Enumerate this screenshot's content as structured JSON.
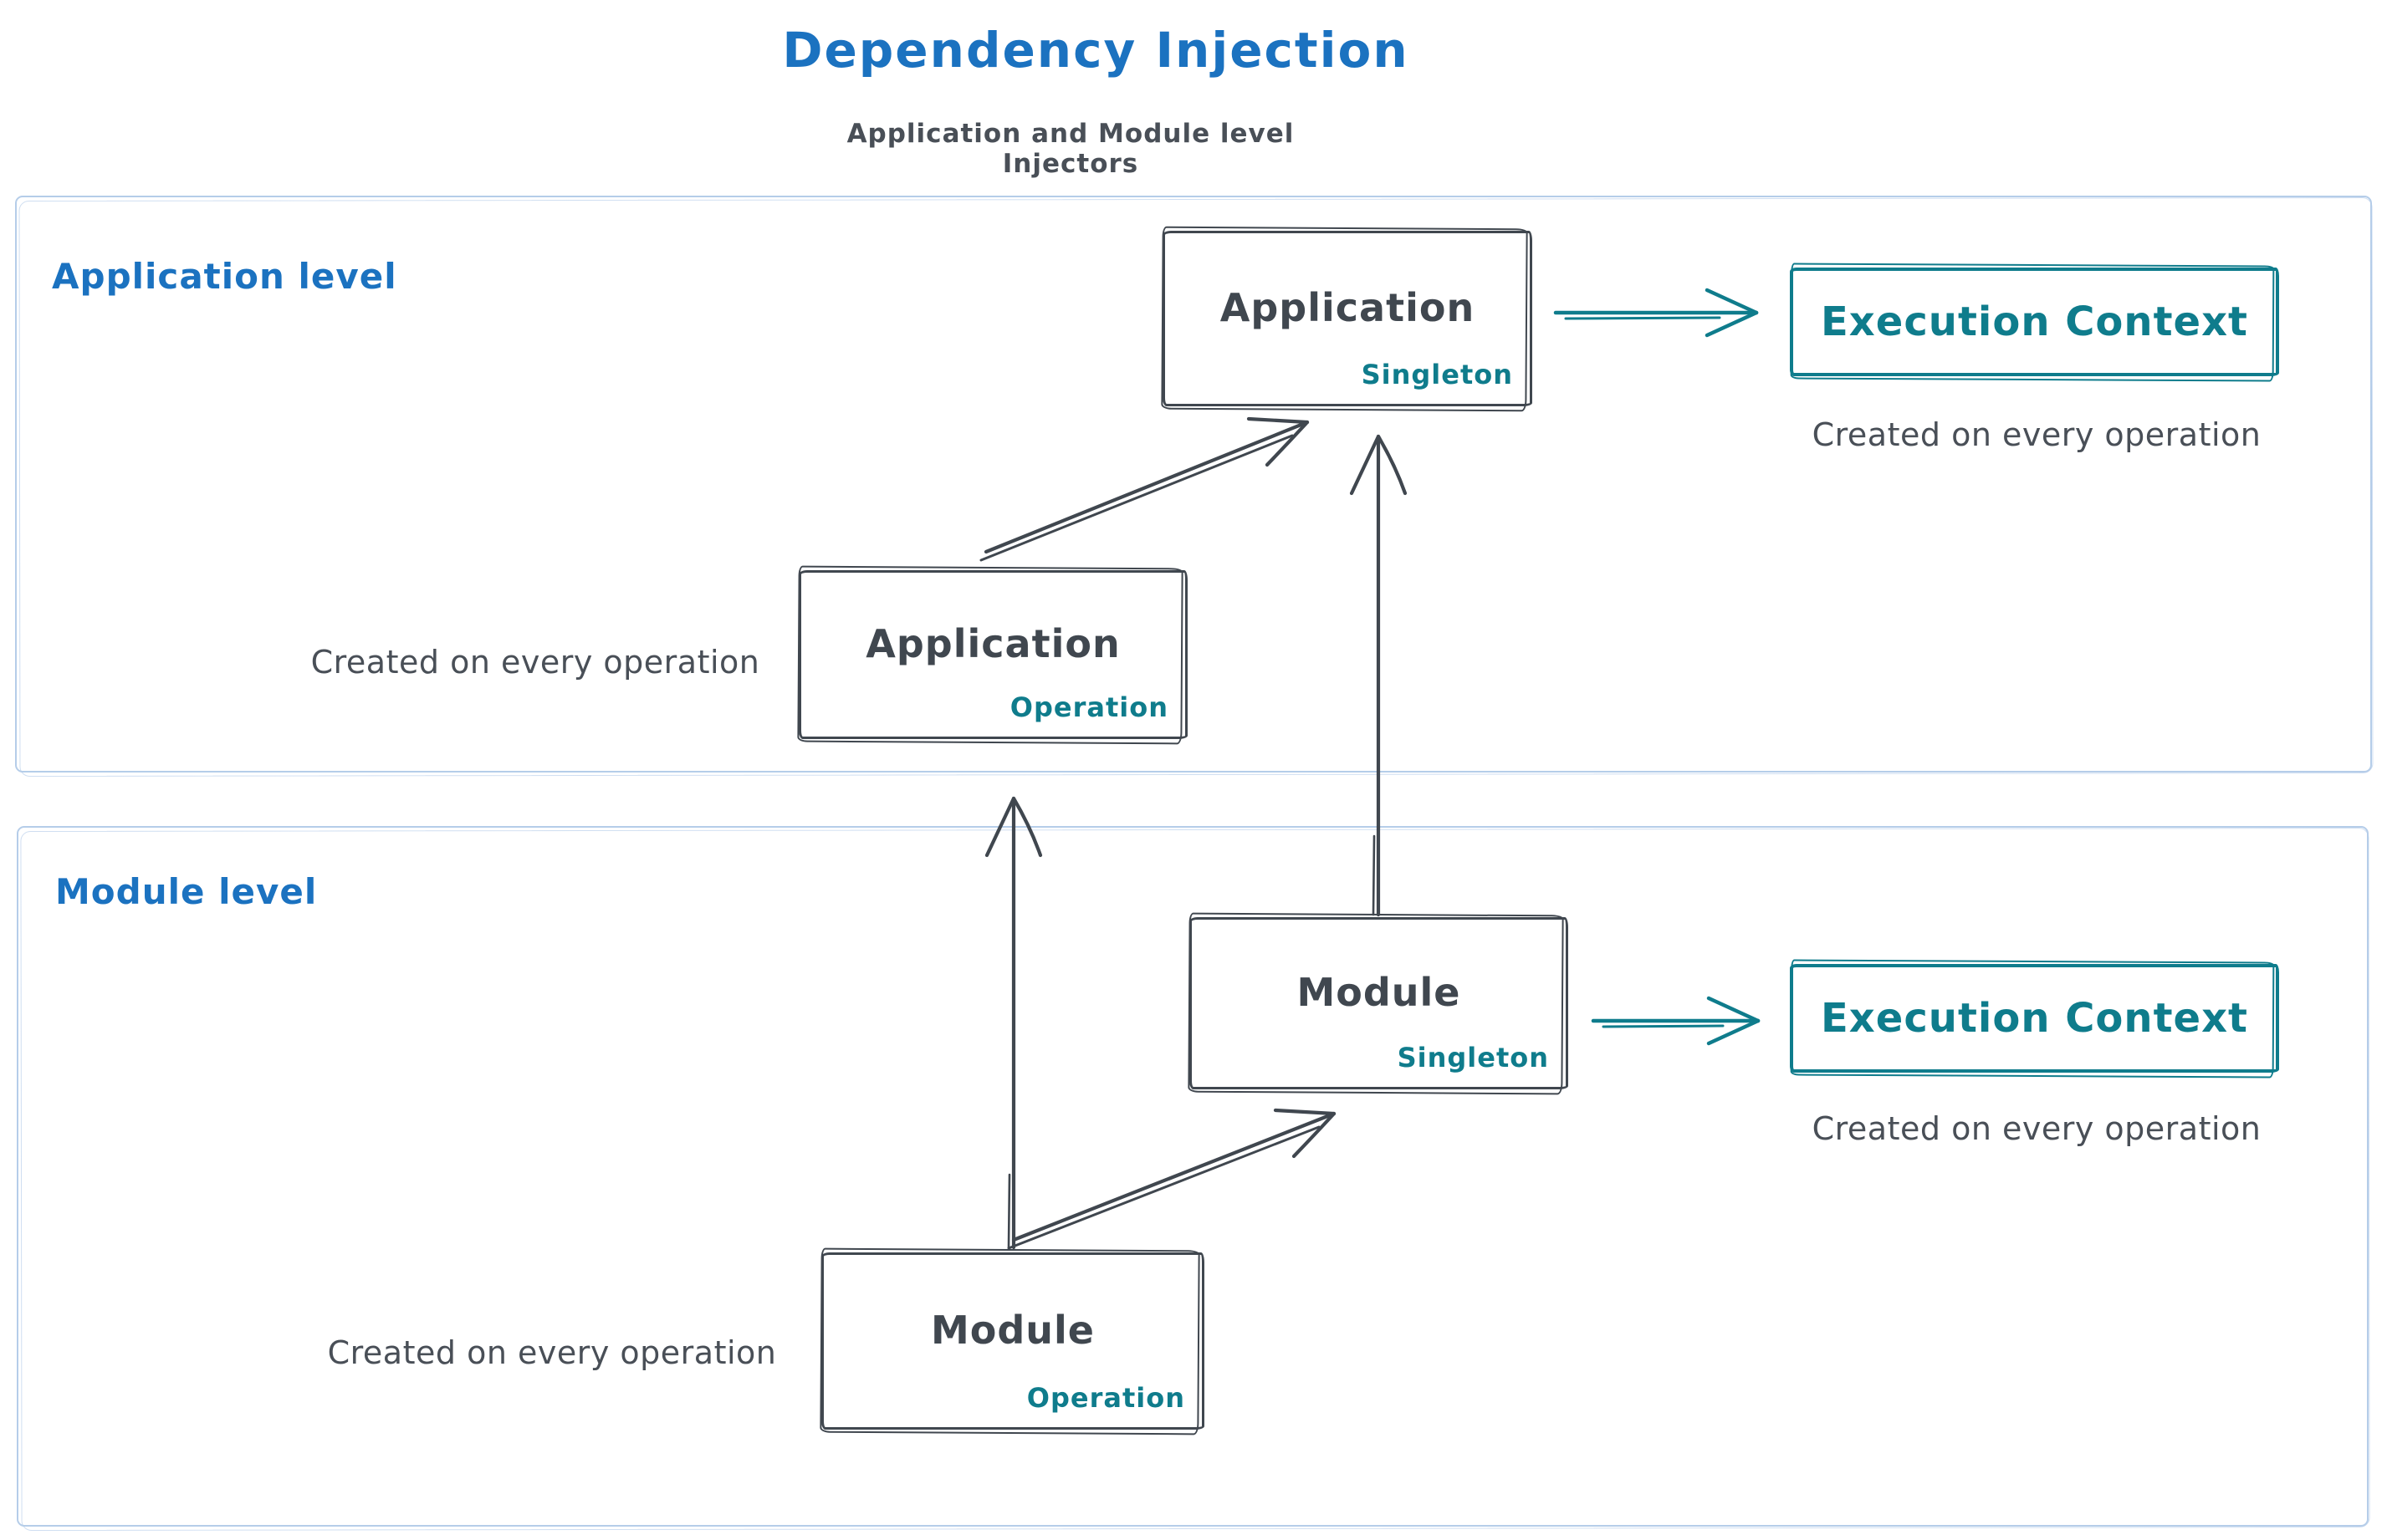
{
  "title": "Dependency Injection",
  "subtitle": "Application and Module level Injectors",
  "colors": {
    "blue": "#1b72c0",
    "teal": "#0f7c8c",
    "ink": "#40474f",
    "text": "#494f57",
    "frame": "#b5cde9"
  },
  "application_level": {
    "label": "Application level",
    "singleton_box": {
      "title": "Application",
      "scope": "Singleton"
    },
    "operation_box": {
      "title": "Application",
      "scope": "Operation"
    },
    "operation_caption": "Created on every operation",
    "execution_context": {
      "label": "Execution Context",
      "caption": "Created on every operation"
    }
  },
  "module_level": {
    "label": "Module level",
    "singleton_box": {
      "title": "Module",
      "scope": "Singleton"
    },
    "operation_box": {
      "title": "Module",
      "scope": "Operation"
    },
    "operation_caption": "Created on every operation",
    "execution_context": {
      "label": "Execution Context",
      "caption": "Created on every operation"
    }
  }
}
